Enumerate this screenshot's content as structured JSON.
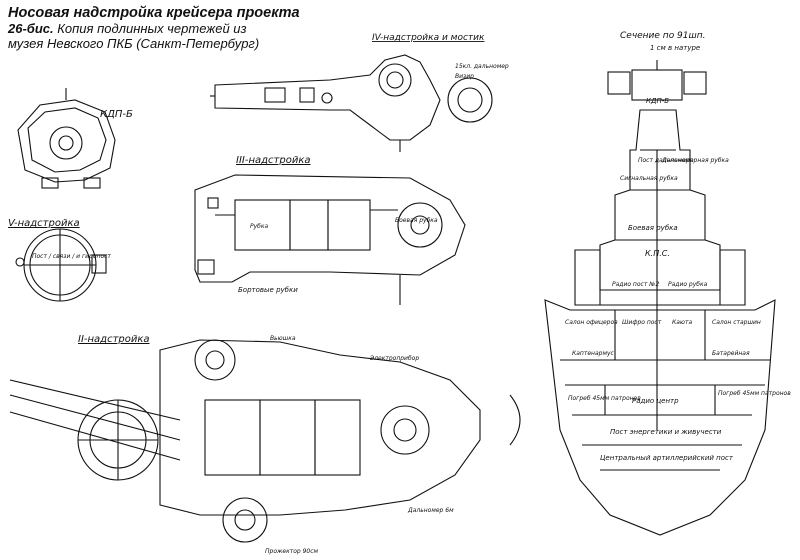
{
  "title": {
    "line1": "Носовая надстройка крейсера проекта",
    "line2_bold": "26-бис.",
    "line2_rest": " Копия подлинных чертежей из",
    "line3": "музея Невского ПКБ (Санкт-Петербург)"
  },
  "drawings": {
    "kdp": {
      "label": "КДП-Б"
    },
    "v_top": {
      "label": "V-надстройка"
    },
    "v_round": {
      "label": "Пост / связи / и гиропост"
    },
    "iv": {
      "label": "IV-надстройка и мостик",
      "note1": "15кл. дальномер",
      "note2": "Визир"
    },
    "iii": {
      "label": "III-надстройка",
      "room1": "Рубка",
      "room2": "Боевая рубка",
      "note": "Бортовые рубки"
    },
    "ii": {
      "label": "II-надстройка",
      "note1": "Вьюшка",
      "note2": "Электроприбор",
      "note3": "Прожектор 90см",
      "note4": "Дальномер 6м"
    },
    "section": {
      "label": "Сечение по 91шп.",
      "scale": "1 см в натуре",
      "kdp": "КДП-Б",
      "rooms": {
        "post_rangefinder": "Пост дальномера",
        "rangefinder_room": "Дальномерная рубка",
        "signal_room": "Сигнальная рубка",
        "combat_room": "Боевая рубка",
        "kps": "К.П.С.",
        "radio_post": "Радио пост №2",
        "radio_room": "Радио рубка",
        "cipher_room": "Шифро пост",
        "staff_room": "Каюта",
        "officers_salon": "Салон офицеров",
        "mess": "Салон старшин",
        "battery": "Батарейная",
        "storage": "Каптенармус",
        "cellar_left": "Погреб 45мм патронов",
        "cellar_right": "Погреб 45мм патронов",
        "radio_center": "Радио центр",
        "power_post": "Пост энергетики и живучести",
        "central_post": "Центральный артиллерийский пост"
      }
    }
  }
}
